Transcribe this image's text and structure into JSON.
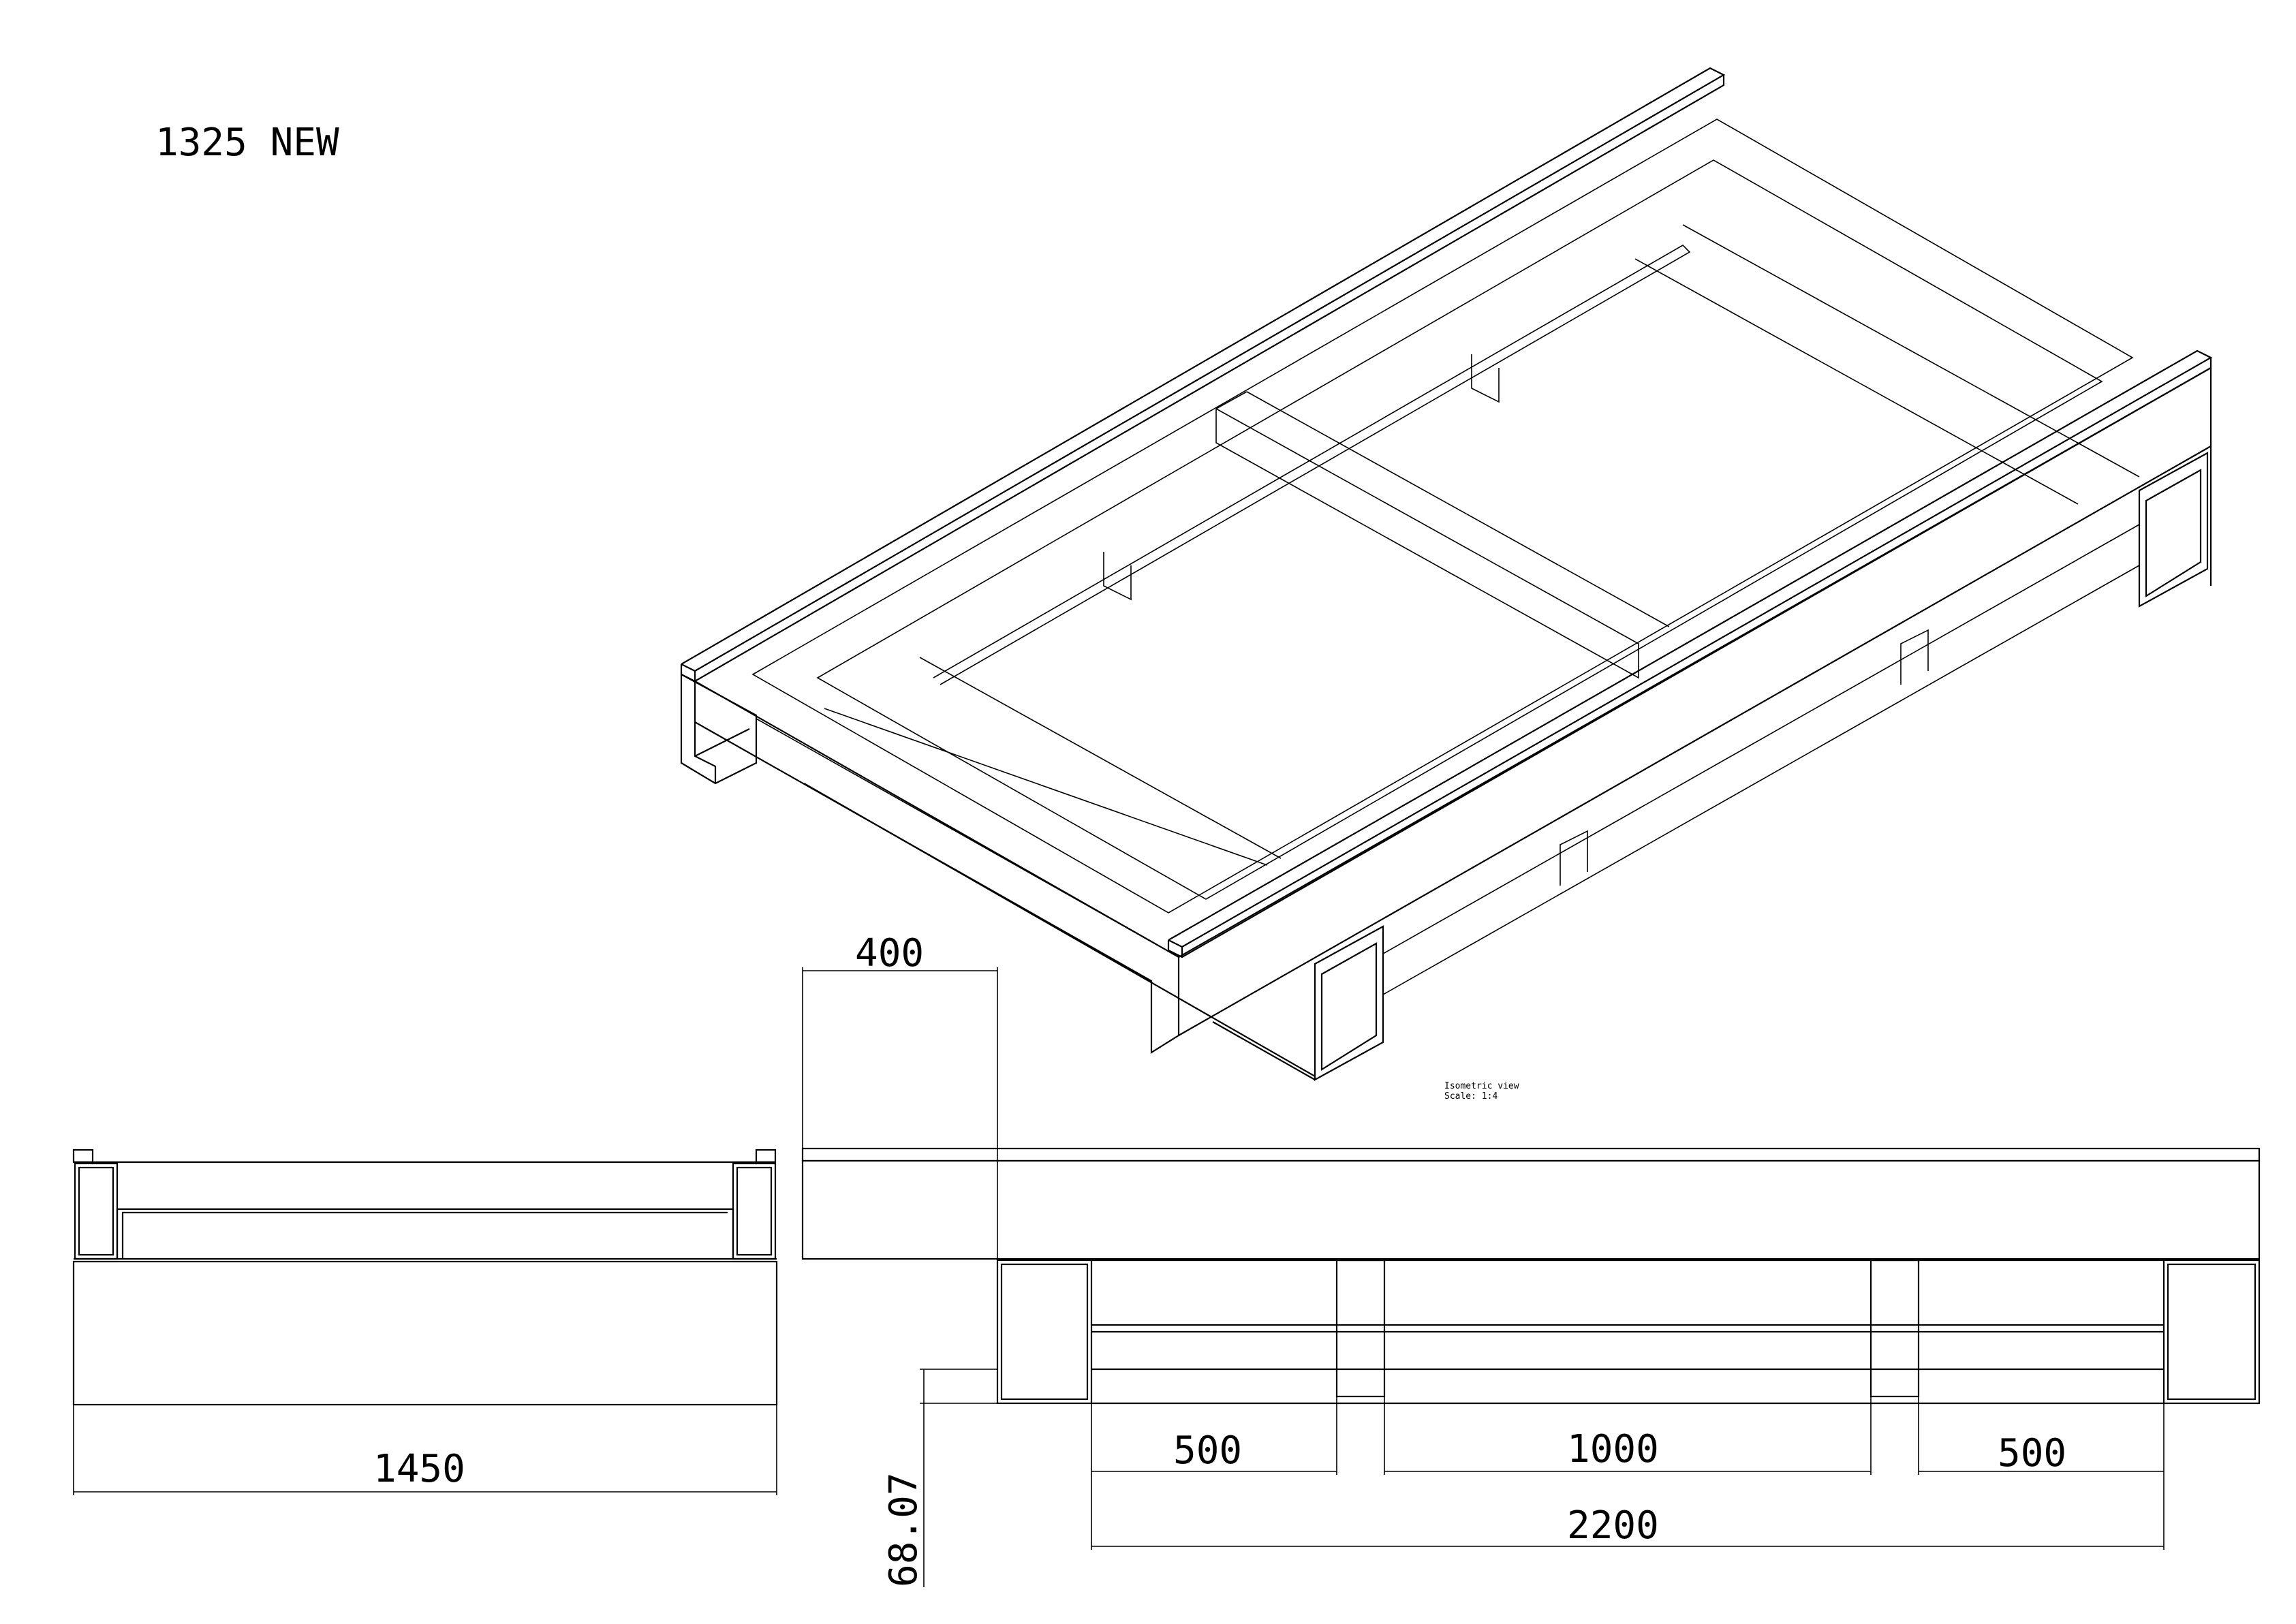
{
  "drawing": {
    "title": "1325 NEW",
    "view_label": "Isometric view",
    "scale_label": "Scale:  1:4"
  },
  "dimensions": {
    "width_side": "1450",
    "post_offset": "400",
    "height_offset": "68.07",
    "span_left": "500",
    "span_middle": "1000",
    "span_right": "500",
    "overall_length": "2200"
  }
}
